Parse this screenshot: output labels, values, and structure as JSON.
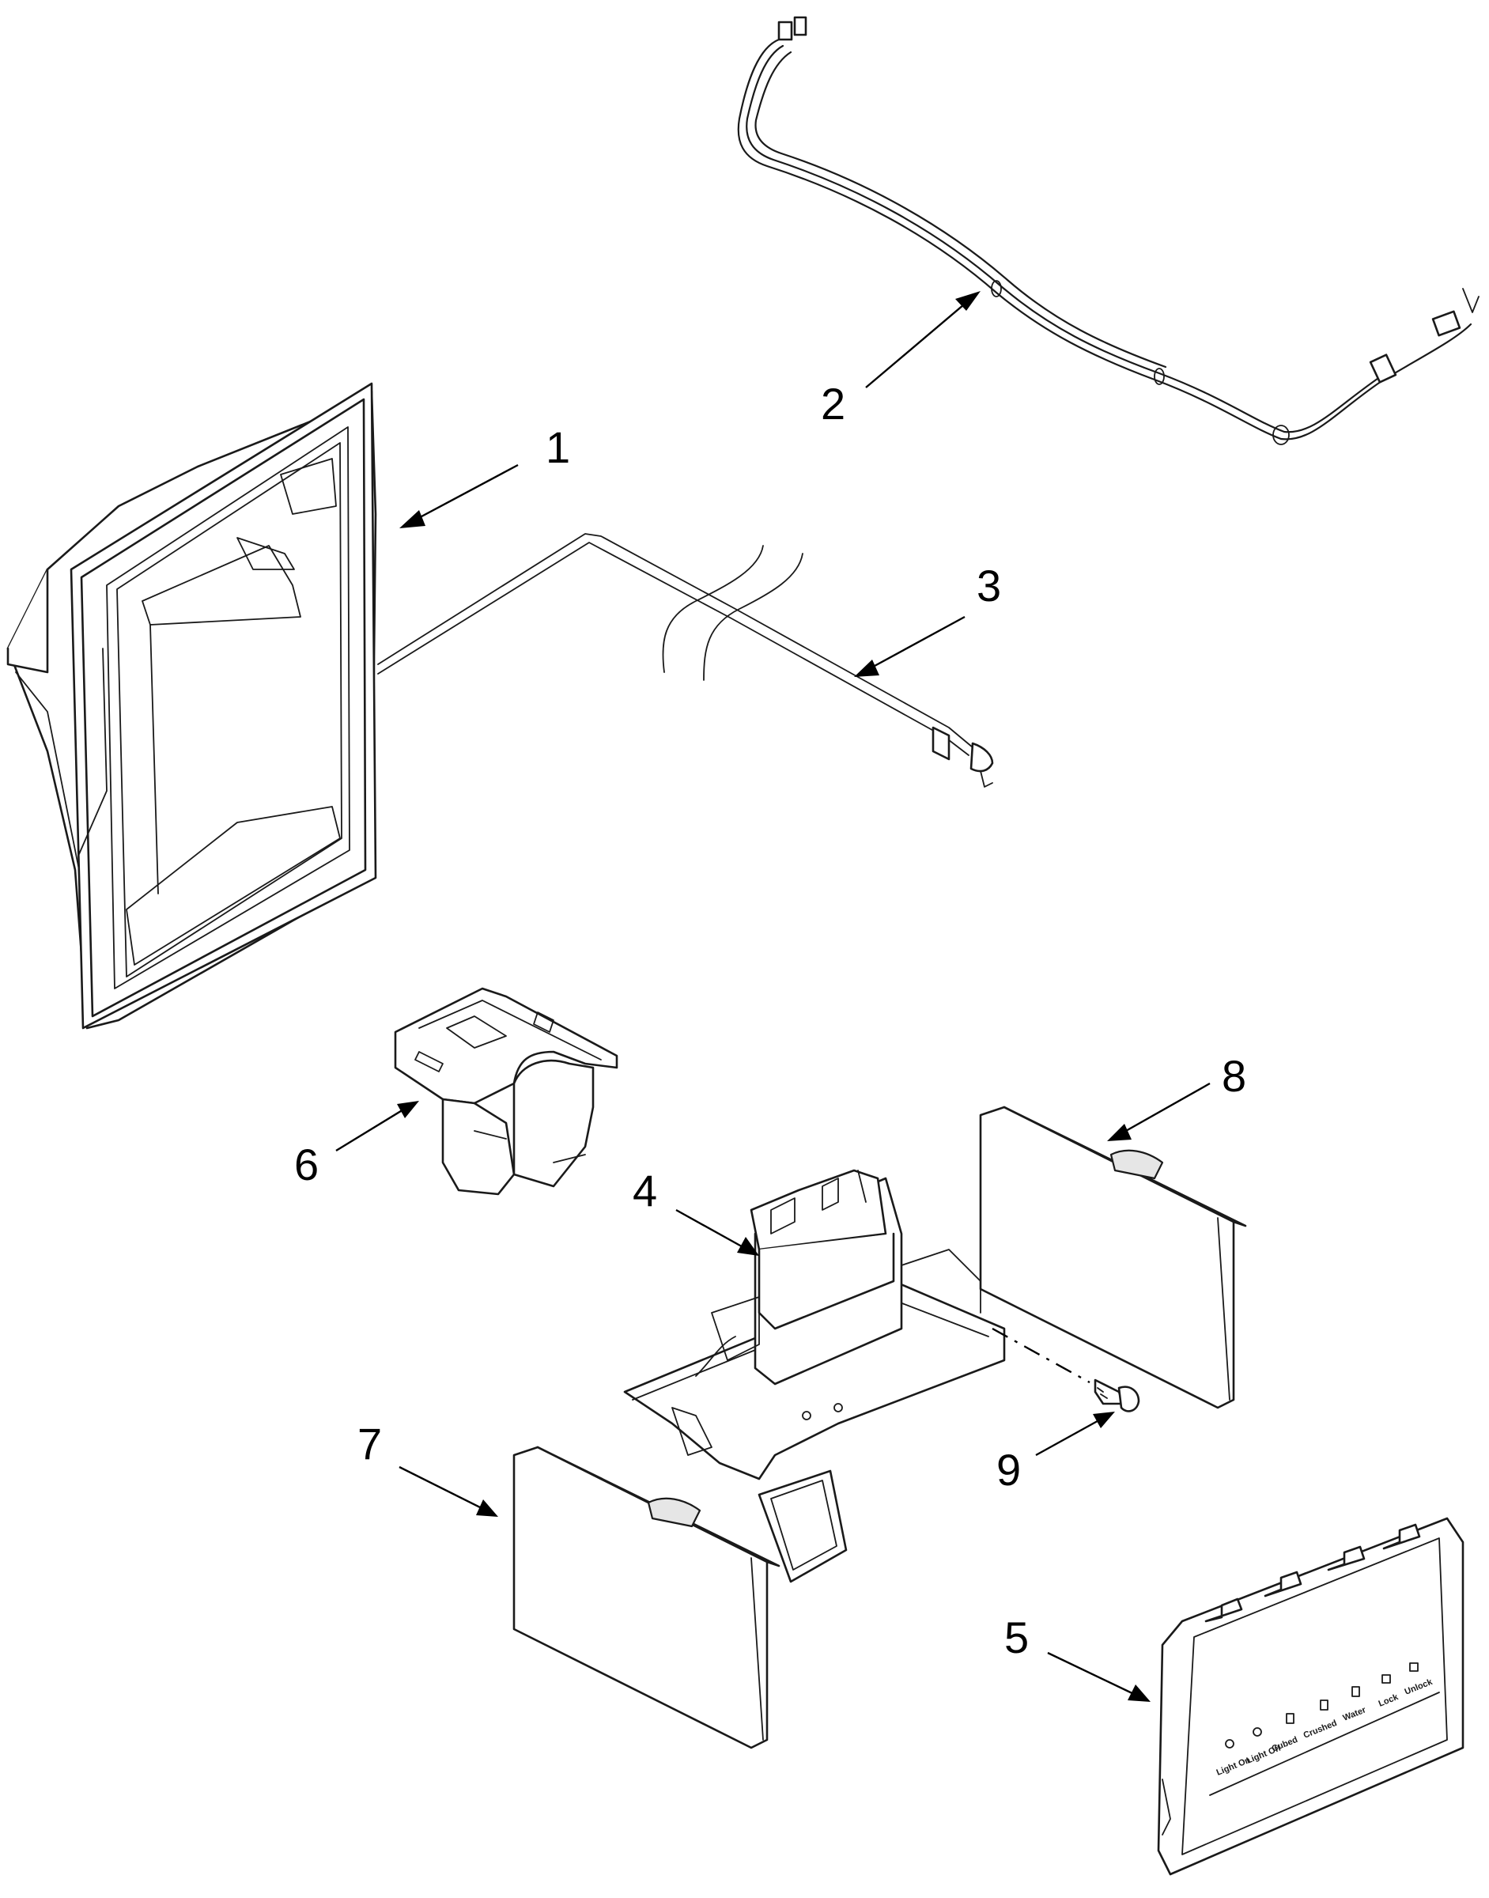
{
  "diagram": {
    "callouts": [
      "1",
      "2",
      "3",
      "4",
      "5",
      "6",
      "7",
      "8",
      "9"
    ],
    "control_panel_labels": [
      "Light On",
      "Light Off",
      "Cubed",
      "Crushed",
      "Water",
      "Lock",
      "Unlock"
    ]
  },
  "colors": {
    "line": "#1a1a1a",
    "background": "#ffffff",
    "shade": "#e6e6e6"
  }
}
